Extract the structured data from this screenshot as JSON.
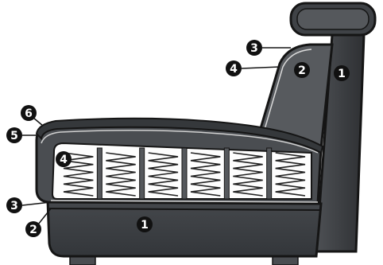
{
  "colors": {
    "frame": "#3b3e41",
    "frame_dark": "#2c2e31",
    "upholstery": "#55585c",
    "outline": "#151515",
    "seat_top": "#4a4d51",
    "spring": "#222222",
    "spring_bg": "#fdfdfd",
    "badge": "#111111",
    "badge_text": "#ffffff"
  },
  "callouts": [
    {
      "id": "frame-side",
      "number": "1"
    },
    {
      "id": "back-cushion",
      "number": "2"
    },
    {
      "id": "back-layer",
      "number": "3"
    },
    {
      "id": "back-padding",
      "number": "4"
    },
    {
      "id": "seat-springs",
      "number": "4"
    },
    {
      "id": "seat-edge",
      "number": "5"
    },
    {
      "id": "seat-top",
      "number": "6"
    },
    {
      "id": "seat-base",
      "number": "3"
    },
    {
      "id": "seat-bottom",
      "number": "2"
    },
    {
      "id": "base-frame",
      "number": "1"
    }
  ],
  "spring_modules": 6
}
